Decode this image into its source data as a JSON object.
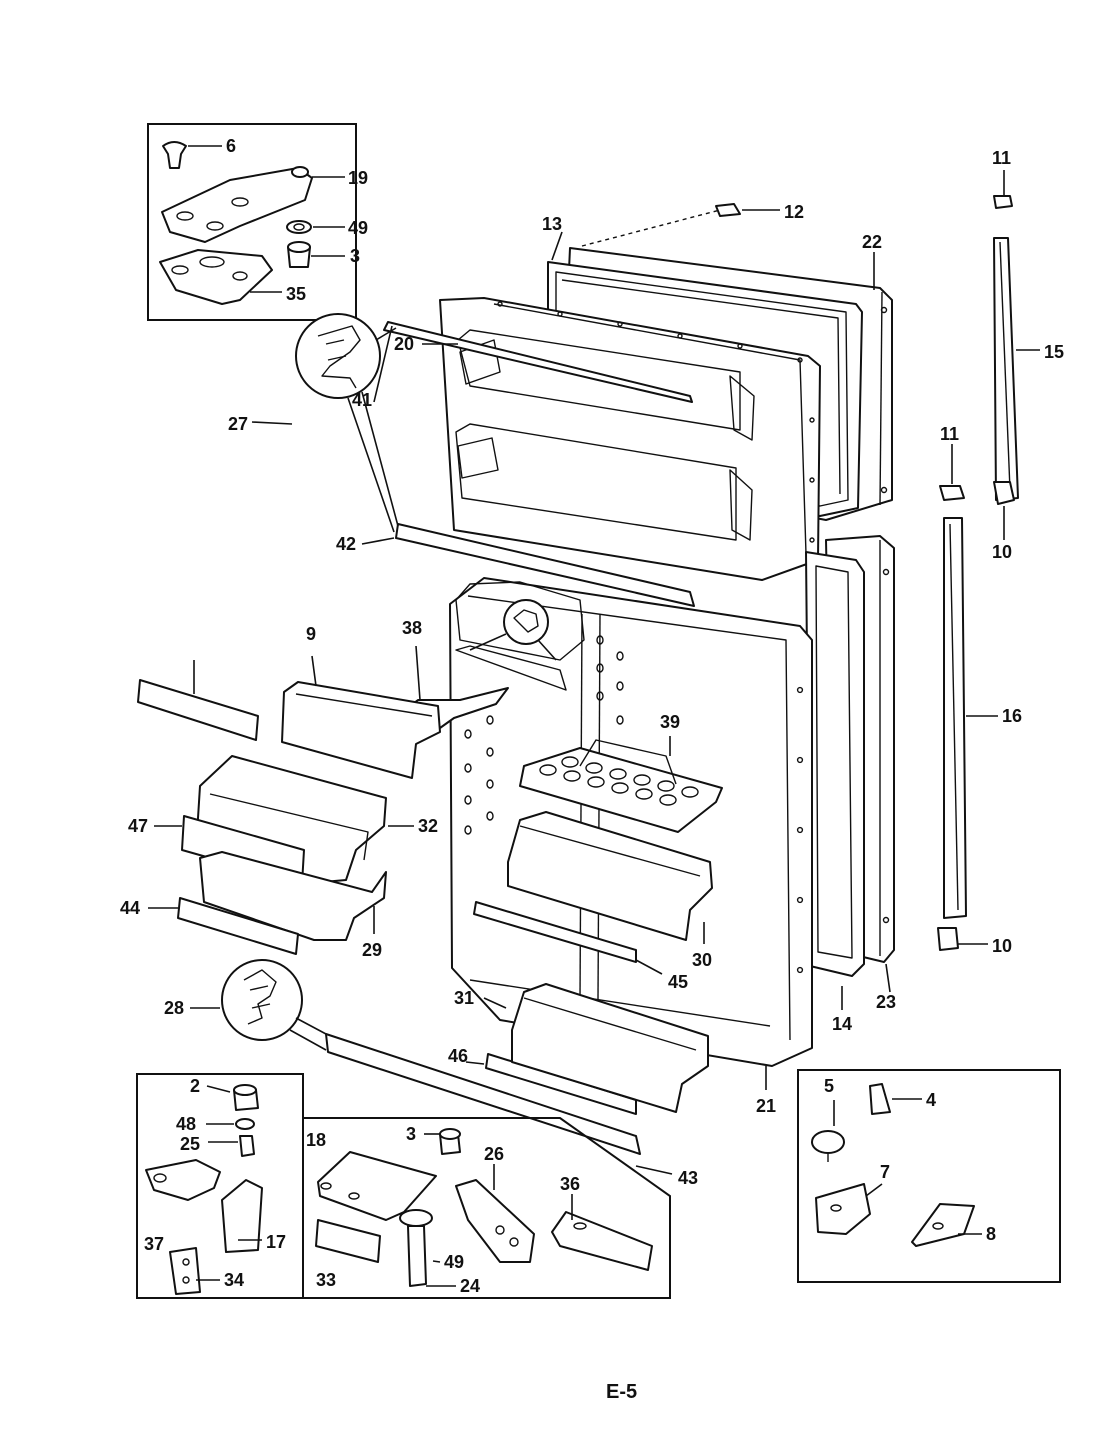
{
  "page_label": "E-5",
  "callouts": {
    "c2": "2",
    "c3a": "3",
    "c3b": "3",
    "c4": "4",
    "c5": "5",
    "c6": "6",
    "c7": "7",
    "c8": "8",
    "c9": "9",
    "c10a": "10",
    "c10b": "10",
    "c11a": "11",
    "c11b": "11",
    "c12": "12",
    "c13": "13",
    "c14": "14",
    "c15": "15",
    "c16": "16",
    "c17": "17",
    "c18": "18",
    "c19": "19",
    "c20": "20",
    "c21": "21",
    "c22": "22",
    "c23": "23",
    "c24": "24",
    "c25": "25",
    "c26": "26",
    "c27": "27",
    "c28": "28",
    "c29": "29",
    "c30": "30",
    "c31": "31",
    "c32": "32",
    "c33": "33",
    "c34": "34",
    "c35": "35",
    "c36": "36",
    "c37": "37",
    "c38": "38",
    "c39": "39",
    "c41": "41",
    "c42": "42",
    "c43": "43",
    "c44": "44",
    "c45": "45",
    "c46": "46",
    "c47": "47",
    "c48": "48",
    "c49a": "49",
    "c49b": "49"
  }
}
